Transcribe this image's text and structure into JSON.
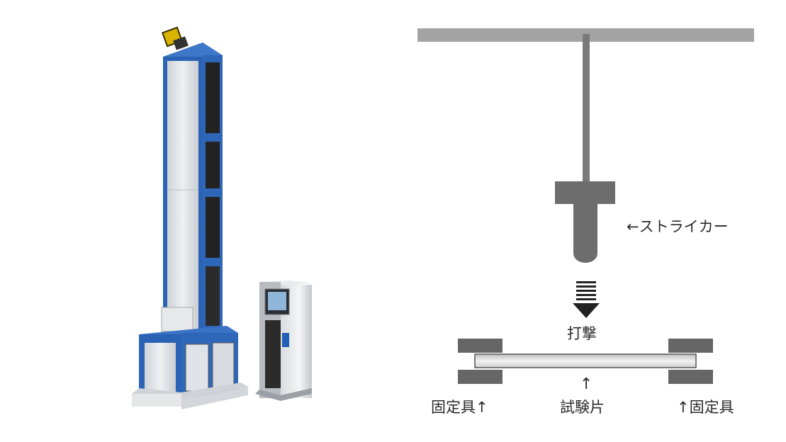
{
  "diagram": {
    "striker_label": "←ストライカー",
    "impact_label": "打撃",
    "specimen_arrow": "↑",
    "specimen_label": "試験片",
    "fixture_left_label": "固定具↑",
    "fixture_right_label": "↑固定具"
  },
  "colors": {
    "ceiling": "#a3a3a3",
    "rod": "#7a7a7a",
    "striker": "#6d6d6d",
    "fixture": "#666666",
    "arrow": "#222222",
    "machine_frame": "#2a63b5",
    "machine_panel": "#e3e6ea"
  }
}
